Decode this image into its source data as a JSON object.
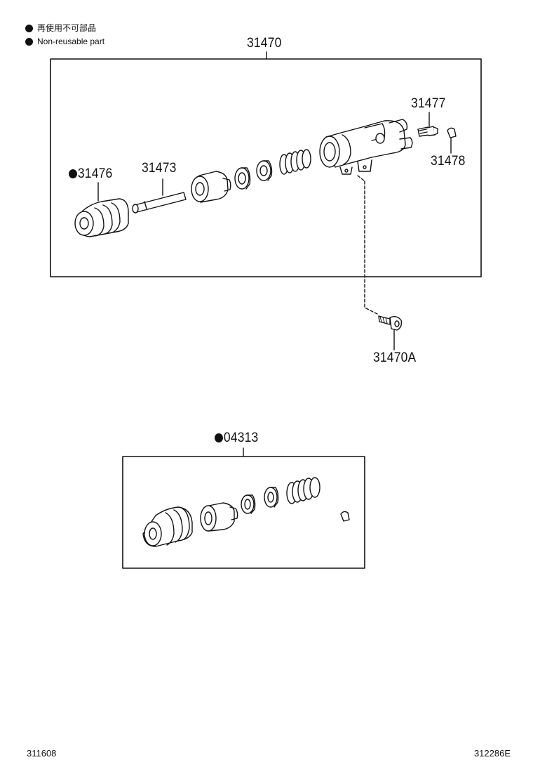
{
  "legend": {
    "items": [
      {
        "text": "再使用不可部品",
        "symbol": "filled-dot"
      },
      {
        "text": "Non-reusable part",
        "symbol": "filled-dot"
      }
    ]
  },
  "labels": {
    "assembly_top": "31470",
    "boot": "31476",
    "push_rod": "31473",
    "bleeder_plug": "31477",
    "bleeder_cap": "31478",
    "bolt": "31470A",
    "repair_kit": "04313"
  },
  "non_reusable_marks": [
    "31476",
    "04313"
  ],
  "footer": {
    "left_code": "311608",
    "right_code": "312286E"
  }
}
